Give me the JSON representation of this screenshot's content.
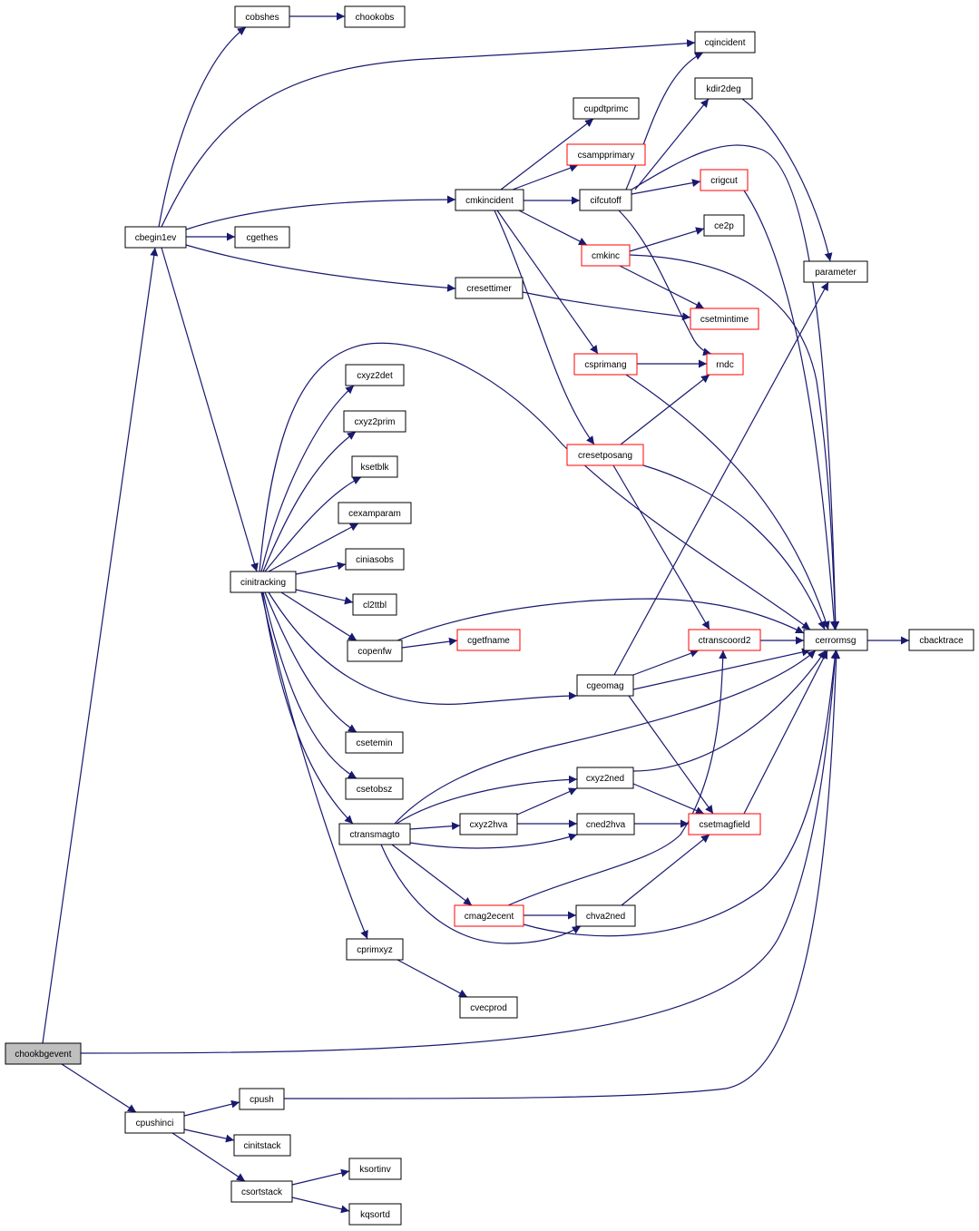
{
  "colors": {
    "edge": "#191970",
    "node_border": "#000000",
    "external_border": "#ff0000",
    "root_fill": "#bfbfbf",
    "node_fill": "#ffffff"
  },
  "nodes": [
    {
      "id": "chookbgevent",
      "label": "chookbgevent",
      "kind": "root"
    },
    {
      "id": "cbegin1ev",
      "label": "cbegin1ev",
      "kind": "normal"
    },
    {
      "id": "cobshes",
      "label": "cobshes",
      "kind": "normal"
    },
    {
      "id": "chookobs",
      "label": "chookobs",
      "kind": "normal"
    },
    {
      "id": "cqincident",
      "label": "cqincident",
      "kind": "normal"
    },
    {
      "id": "kdir2deg",
      "label": "kdir2deg",
      "kind": "normal"
    },
    {
      "id": "cupdtprimc",
      "label": "cupdtprimc",
      "kind": "normal"
    },
    {
      "id": "csampprimary",
      "label": "csampprimary",
      "kind": "external"
    },
    {
      "id": "cmkincident",
      "label": "cmkincident",
      "kind": "normal"
    },
    {
      "id": "cifcutoff",
      "label": "cifcutoff",
      "kind": "normal"
    },
    {
      "id": "crigcut",
      "label": "crigcut",
      "kind": "external"
    },
    {
      "id": "ce2p",
      "label": "ce2p",
      "kind": "normal"
    },
    {
      "id": "cgethes",
      "label": "cgethes",
      "kind": "normal"
    },
    {
      "id": "cmkinc",
      "label": "cmkinc",
      "kind": "external"
    },
    {
      "id": "parameter",
      "label": "parameter",
      "kind": "normal"
    },
    {
      "id": "cresettimer",
      "label": "cresettimer",
      "kind": "normal"
    },
    {
      "id": "csetmintime",
      "label": "csetmintime",
      "kind": "external"
    },
    {
      "id": "csprimang",
      "label": "csprimang",
      "kind": "external"
    },
    {
      "id": "rndc",
      "label": "rndc",
      "kind": "external"
    },
    {
      "id": "cxyz2det",
      "label": "cxyz2det",
      "kind": "normal"
    },
    {
      "id": "cxyz2prim",
      "label": "cxyz2prim",
      "kind": "normal"
    },
    {
      "id": "ksetblk",
      "label": "ksetblk",
      "kind": "normal"
    },
    {
      "id": "cresetposang",
      "label": "cresetposang",
      "kind": "external"
    },
    {
      "id": "cexamparam",
      "label": "cexamparam",
      "kind": "normal"
    },
    {
      "id": "ciniasobs",
      "label": "ciniasobs",
      "kind": "normal"
    },
    {
      "id": "cinitracking",
      "label": "cinitracking",
      "kind": "normal"
    },
    {
      "id": "cl2ttbl",
      "label": "cl2ttbl",
      "kind": "normal"
    },
    {
      "id": "copenfw",
      "label": "copenfw",
      "kind": "normal"
    },
    {
      "id": "cgetfname",
      "label": "cgetfname",
      "kind": "external"
    },
    {
      "id": "ctranscoord2",
      "label": "ctranscoord2",
      "kind": "external"
    },
    {
      "id": "cerrormsg",
      "label": "cerrormsg",
      "kind": "normal"
    },
    {
      "id": "cbacktrace",
      "label": "cbacktrace",
      "kind": "normal"
    },
    {
      "id": "cgeomag",
      "label": "cgeomag",
      "kind": "normal"
    },
    {
      "id": "csetemin",
      "label": "csetemin",
      "kind": "normal"
    },
    {
      "id": "cxyz2ned",
      "label": "cxyz2ned",
      "kind": "normal"
    },
    {
      "id": "csetobsz",
      "label": "csetobsz",
      "kind": "normal"
    },
    {
      "id": "cxyz2hva",
      "label": "cxyz2hva",
      "kind": "normal"
    },
    {
      "id": "cned2hva",
      "label": "cned2hva",
      "kind": "normal"
    },
    {
      "id": "csetmagfield",
      "label": "csetmagfield",
      "kind": "external"
    },
    {
      "id": "ctransmagto",
      "label": "ctransmagto",
      "kind": "normal"
    },
    {
      "id": "cmag2ecent",
      "label": "cmag2ecent",
      "kind": "external"
    },
    {
      "id": "chva2ned",
      "label": "chva2ned",
      "kind": "normal"
    },
    {
      "id": "cprimxyz",
      "label": "cprimxyz",
      "kind": "normal"
    },
    {
      "id": "cvecprod",
      "label": "cvecprod",
      "kind": "normal"
    },
    {
      "id": "cpush",
      "label": "cpush",
      "kind": "normal"
    },
    {
      "id": "cpushinci",
      "label": "cpushinci",
      "kind": "normal"
    },
    {
      "id": "cinitstack",
      "label": "cinitstack",
      "kind": "normal"
    },
    {
      "id": "ksortinv",
      "label": "ksortinv",
      "kind": "normal"
    },
    {
      "id": "csortstack",
      "label": "csortstack",
      "kind": "normal"
    },
    {
      "id": "kqsortd",
      "label": "kqsortd",
      "kind": "normal"
    }
  ],
  "edges": [
    [
      "chookbgevent",
      "cbegin1ev"
    ],
    [
      "chookbgevent",
      "cerrormsg"
    ],
    [
      "chookbgevent",
      "cpushinci"
    ],
    [
      "cbegin1ev",
      "cobshes"
    ],
    [
      "cbegin1ev",
      "cqincident"
    ],
    [
      "cbegin1ev",
      "cmkincident"
    ],
    [
      "cbegin1ev",
      "cgethes"
    ],
    [
      "cbegin1ev",
      "cresettimer"
    ],
    [
      "cbegin1ev",
      "cinitracking"
    ],
    [
      "cobshes",
      "chookobs"
    ],
    [
      "cmkincident",
      "cupdtprimc"
    ],
    [
      "cmkincident",
      "csampprimary"
    ],
    [
      "cmkincident",
      "cifcutoff"
    ],
    [
      "cmkincident",
      "cmkinc"
    ],
    [
      "cmkincident",
      "csprimang"
    ],
    [
      "cmkincident",
      "cresetposang"
    ],
    [
      "cifcutoff",
      "cqincident"
    ],
    [
      "cifcutoff",
      "kdir2deg"
    ],
    [
      "cifcutoff",
      "crigcut"
    ],
    [
      "cifcutoff",
      "cerrormsg"
    ],
    [
      "cifcutoff",
      "rndc"
    ],
    [
      "kdir2deg",
      "parameter"
    ],
    [
      "crigcut",
      "cerrormsg"
    ],
    [
      "cmkinc",
      "ce2p"
    ],
    [
      "cmkinc",
      "csetmintime"
    ],
    [
      "cmkinc",
      "cerrormsg"
    ],
    [
      "cresettimer",
      "csetmintime"
    ],
    [
      "csprimang",
      "rndc"
    ],
    [
      "csprimang",
      "cerrormsg"
    ],
    [
      "cresetposang",
      "rndc"
    ],
    [
      "cresetposang",
      "ctranscoord2"
    ],
    [
      "cresetposang",
      "cerrormsg"
    ],
    [
      "cinitracking",
      "cxyz2det"
    ],
    [
      "cinitracking",
      "cxyz2prim"
    ],
    [
      "cinitracking",
      "ksetblk"
    ],
    [
      "cinitracking",
      "cexamparam"
    ],
    [
      "cinitracking",
      "ciniasobs"
    ],
    [
      "cinitracking",
      "cl2ttbl"
    ],
    [
      "cinitracking",
      "copenfw"
    ],
    [
      "cinitracking",
      "cerrormsg"
    ],
    [
      "cinitracking",
      "cgeomag"
    ],
    [
      "cinitracking",
      "csetemin"
    ],
    [
      "cinitracking",
      "csetobsz"
    ],
    [
      "cinitracking",
      "ctransmagto"
    ],
    [
      "cinitracking",
      "cprimxyz"
    ],
    [
      "copenfw",
      "cgetfname"
    ],
    [
      "copenfw",
      "cerrormsg"
    ],
    [
      "cgeomag",
      "parameter"
    ],
    [
      "cgeomag",
      "ctranscoord2"
    ],
    [
      "cgeomag",
      "cerrormsg"
    ],
    [
      "cgeomag",
      "csetmagfield"
    ],
    [
      "ctranscoord2",
      "cerrormsg"
    ],
    [
      "cerrormsg",
      "cbacktrace"
    ],
    [
      "ctransmagto",
      "cxyz2ned"
    ],
    [
      "ctransmagto",
      "cxyz2hva"
    ],
    [
      "ctransmagto",
      "cned2hva"
    ],
    [
      "ctransmagto",
      "cmag2ecent"
    ],
    [
      "ctransmagto",
      "chva2ned"
    ],
    [
      "ctransmagto",
      "cerrormsg"
    ],
    [
      "cxyz2hva",
      "cxyz2ned"
    ],
    [
      "cxyz2hva",
      "cned2hva"
    ],
    [
      "cxyz2ned",
      "csetmagfield"
    ],
    [
      "cxyz2ned",
      "cerrormsg"
    ],
    [
      "cned2hva",
      "csetmagfield"
    ],
    [
      "cmag2ecent",
      "chva2ned"
    ],
    [
      "cmag2ecent",
      "ctranscoord2"
    ],
    [
      "cmag2ecent",
      "cerrormsg"
    ],
    [
      "chva2ned",
      "csetmagfield"
    ],
    [
      "csetmagfield",
      "cerrormsg"
    ],
    [
      "cprimxyz",
      "cvecprod"
    ],
    [
      "cpushinci",
      "cpush"
    ],
    [
      "cpushinci",
      "cinitstack"
    ],
    [
      "cpushinci",
      "csortstack"
    ],
    [
      "cpush",
      "cerrormsg"
    ],
    [
      "csortstack",
      "ksortinv"
    ],
    [
      "csortstack",
      "kqsortd"
    ]
  ]
}
